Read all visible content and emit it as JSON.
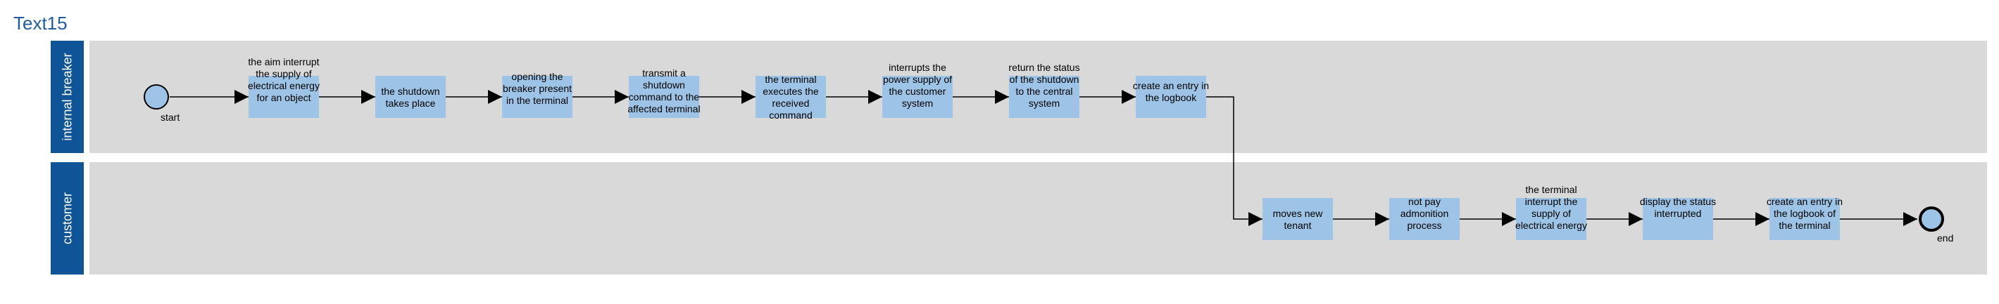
{
  "title": "Text15",
  "lanes": [
    {
      "label": "internal breaker"
    },
    {
      "label": "customer"
    }
  ],
  "events": {
    "start": {
      "label": "start"
    },
    "end": {
      "label": "end"
    }
  },
  "tasks": [
    {
      "label": "the aim interrupt the supply of electrical energy for an object"
    },
    {
      "label": "the shutdown takes place"
    },
    {
      "label": "opening the breaker present in the terminal"
    },
    {
      "label": "transmit a shutdown command to the affected terminal"
    },
    {
      "label": "the terminal executes the received command"
    },
    {
      "label": "interrupts the power supply of the customer system"
    },
    {
      "label": "return the status of the shutdown to the central system"
    },
    {
      "label": "create an entry in the logbook"
    },
    {
      "label": "moves new tenant"
    },
    {
      "label": "not pay admonition process"
    },
    {
      "label": "the terminal interrupt the supply of electrical energy"
    },
    {
      "label": "display the status interrupted"
    },
    {
      "label": "create an entry in the logbook of the terminal"
    }
  ]
}
